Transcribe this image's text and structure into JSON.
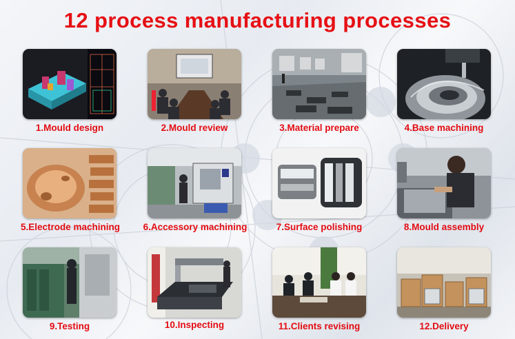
{
  "title": "12 process manufacturing processes",
  "accent_color": "#e60f14",
  "steps": [
    {
      "label": "1.Mould design",
      "icon": "cad-model-photo"
    },
    {
      "label": "2.Mould review",
      "icon": "meeting-room-photo"
    },
    {
      "label": "3.Material prepare",
      "icon": "warehouse-photo"
    },
    {
      "label": "4.Base machining",
      "icon": "cnc-spindle-photo"
    },
    {
      "label": "5.Electrode machining",
      "icon": "copper-electrode-photo"
    },
    {
      "label": "6.Accessory machining",
      "icon": "machine-shop-photo"
    },
    {
      "label": "7.Surface polishing",
      "icon": "polished-parts-photo"
    },
    {
      "label": "8.Mould assembly",
      "icon": "assembly-worker-photo"
    },
    {
      "label": "9.Testing",
      "icon": "injection-machine-photo"
    },
    {
      "label": "10.Inspecting",
      "icon": "cmm-inspection-photo"
    },
    {
      "label": "11.Clients revising",
      "icon": "client-meeting-photo"
    },
    {
      "label": "12.Delivery",
      "icon": "wooden-crates-photo"
    }
  ]
}
